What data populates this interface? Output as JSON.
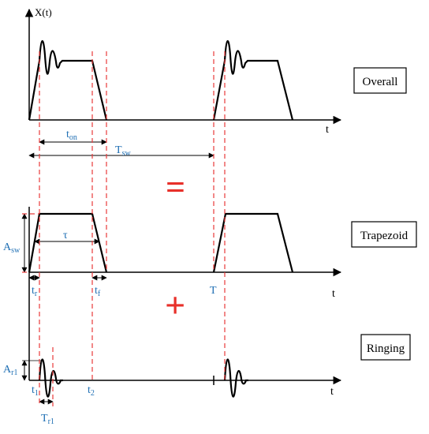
{
  "labels": {
    "y_axis": "X(t)",
    "t_axis_1": "t",
    "t_axis_2": "t",
    "t_axis_3": "t",
    "t_on": "t",
    "t_on_sub": "on",
    "T_sw": "T",
    "T_sw_sub": "sw",
    "A_sw": "A",
    "A_sw_sub": "sw",
    "tau": "τ",
    "t_r": "t",
    "t_r_sub": "r",
    "t_f": "t",
    "t_f_sub": "f",
    "T": "T",
    "A_r1": "A",
    "A_r1_sub": "r1",
    "t_1": "t",
    "t_1_sub": "1",
    "t_2": "t",
    "t_2_sub": "2",
    "T_r1": "T",
    "T_r1_sub": "r1",
    "equals": "=",
    "plus": "+"
  },
  "boxes": {
    "overall": "Overall",
    "trapezoid": "Trapezoid",
    "ringing": "Ringing"
  },
  "colors": {
    "accent_red": "#e8302a",
    "label_blue": "#1f6fb4",
    "dashed_red": "#e83a3a"
  }
}
